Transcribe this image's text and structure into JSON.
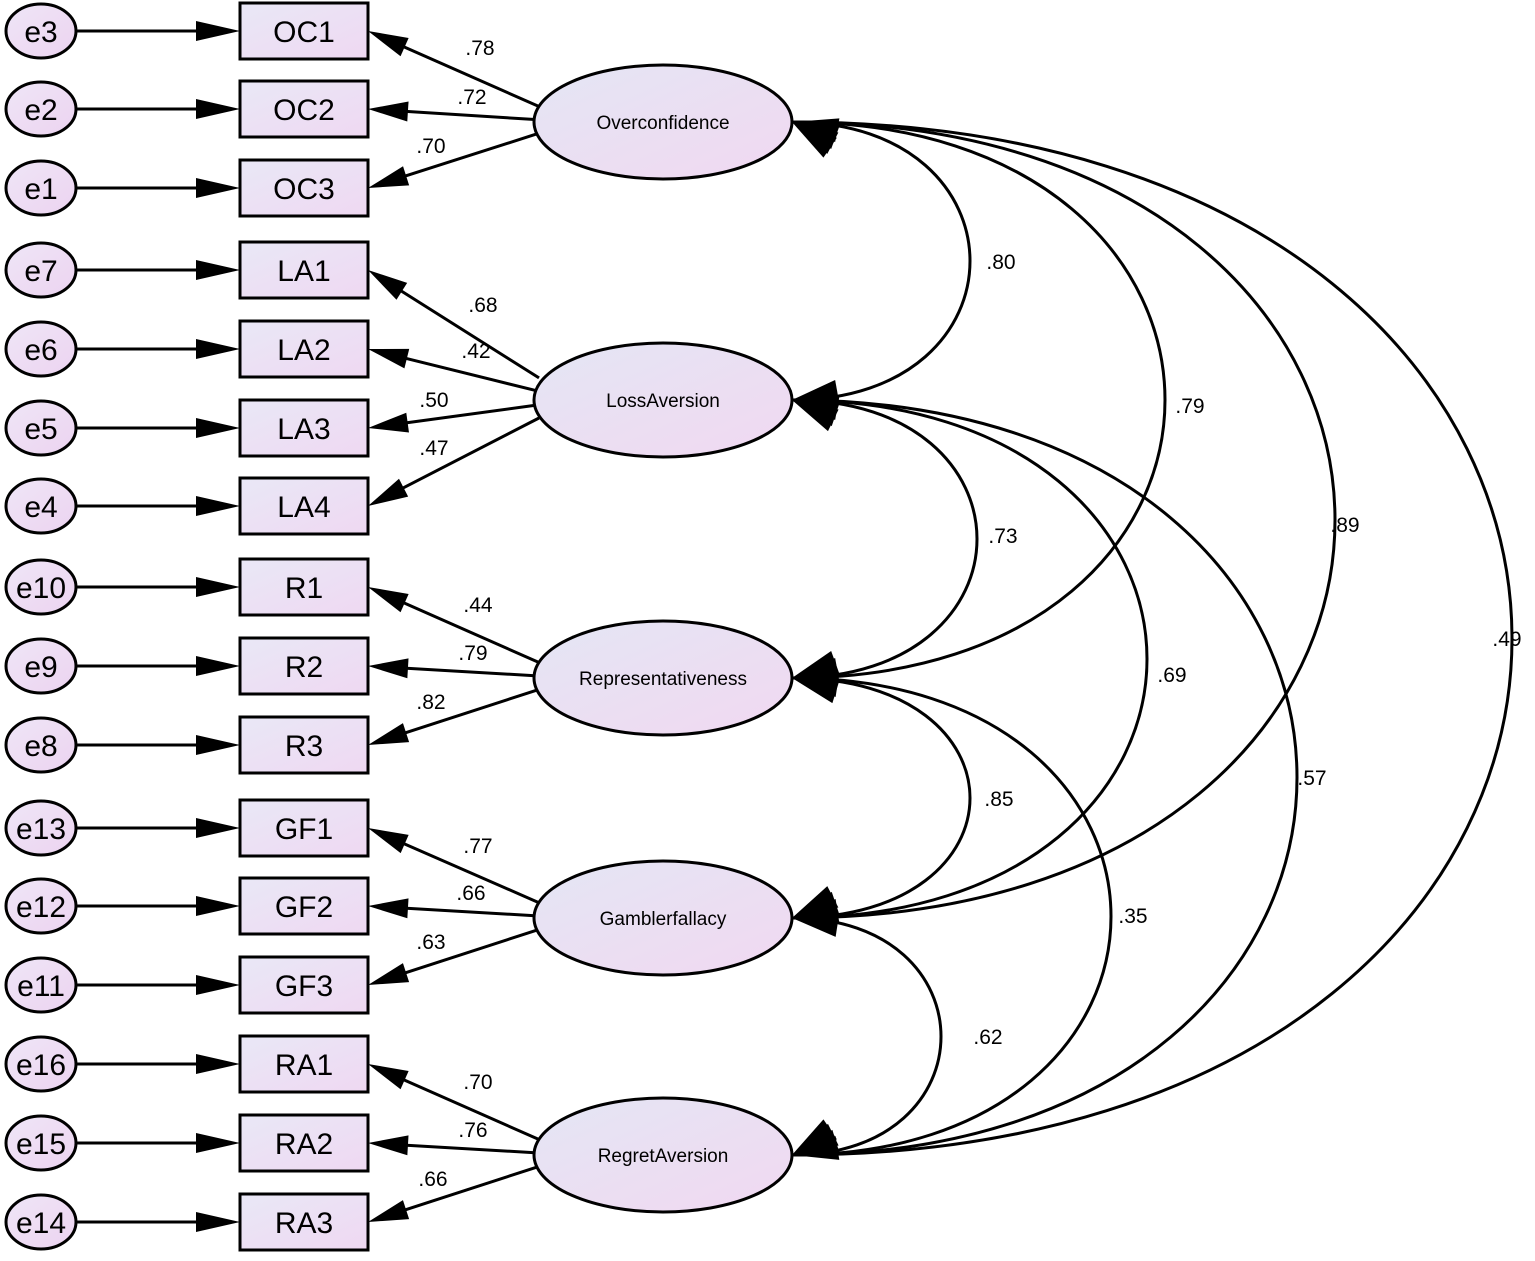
{
  "latents": [
    {
      "id": "OC",
      "name": "Overconfidence",
      "indicators": [
        "OC1",
        "OC2",
        "OC3"
      ],
      "errors": [
        "e3",
        "e2",
        "e1"
      ],
      "loadings": [
        ".78",
        ".72",
        ".70"
      ]
    },
    {
      "id": "LA",
      "name": "LossAversion",
      "indicators": [
        "LA1",
        "LA2",
        "LA3",
        "LA4"
      ],
      "errors": [
        "e7",
        "e6",
        "e5",
        "e4"
      ],
      "loadings": [
        ".68",
        ".42",
        ".50",
        ".47"
      ]
    },
    {
      "id": "R",
      "name": "Representativeness",
      "indicators": [
        "R1",
        "R2",
        "R3"
      ],
      "errors": [
        "e10",
        "e9",
        "e8"
      ],
      "loadings": [
        ".44",
        ".79",
        ".82"
      ]
    },
    {
      "id": "GF",
      "name": "Gamblerfallacy",
      "indicators": [
        "GF1",
        "GF2",
        "GF3"
      ],
      "errors": [
        "e13",
        "e12",
        "e11"
      ],
      "loadings": [
        ".77",
        ".66",
        ".63"
      ]
    },
    {
      "id": "RA",
      "name": "RegretAversion",
      "indicators": [
        "RA1",
        "RA2",
        "RA3"
      ],
      "errors": [
        "e16",
        "e15",
        "e14"
      ],
      "loadings": [
        ".70",
        ".76",
        ".66"
      ]
    }
  ],
  "correlations": [
    {
      "from": "OC",
      "to": "LA",
      "value": ".80"
    },
    {
      "from": "OC",
      "to": "R",
      "value": ".79"
    },
    {
      "from": "OC",
      "to": "GF",
      "value": ".89"
    },
    {
      "from": "OC",
      "to": "RA",
      "value": ".49"
    },
    {
      "from": "LA",
      "to": "R",
      "value": ".73"
    },
    {
      "from": "LA",
      "to": "GF",
      "value": ".69"
    },
    {
      "from": "LA",
      "to": "RA",
      "value": ".57"
    },
    {
      "from": "R",
      "to": "GF",
      "value": ".85"
    },
    {
      "from": "R",
      "to": "RA",
      "value": ".35"
    },
    {
      "from": "GF",
      "to": "RA",
      "value": ".62"
    }
  ]
}
